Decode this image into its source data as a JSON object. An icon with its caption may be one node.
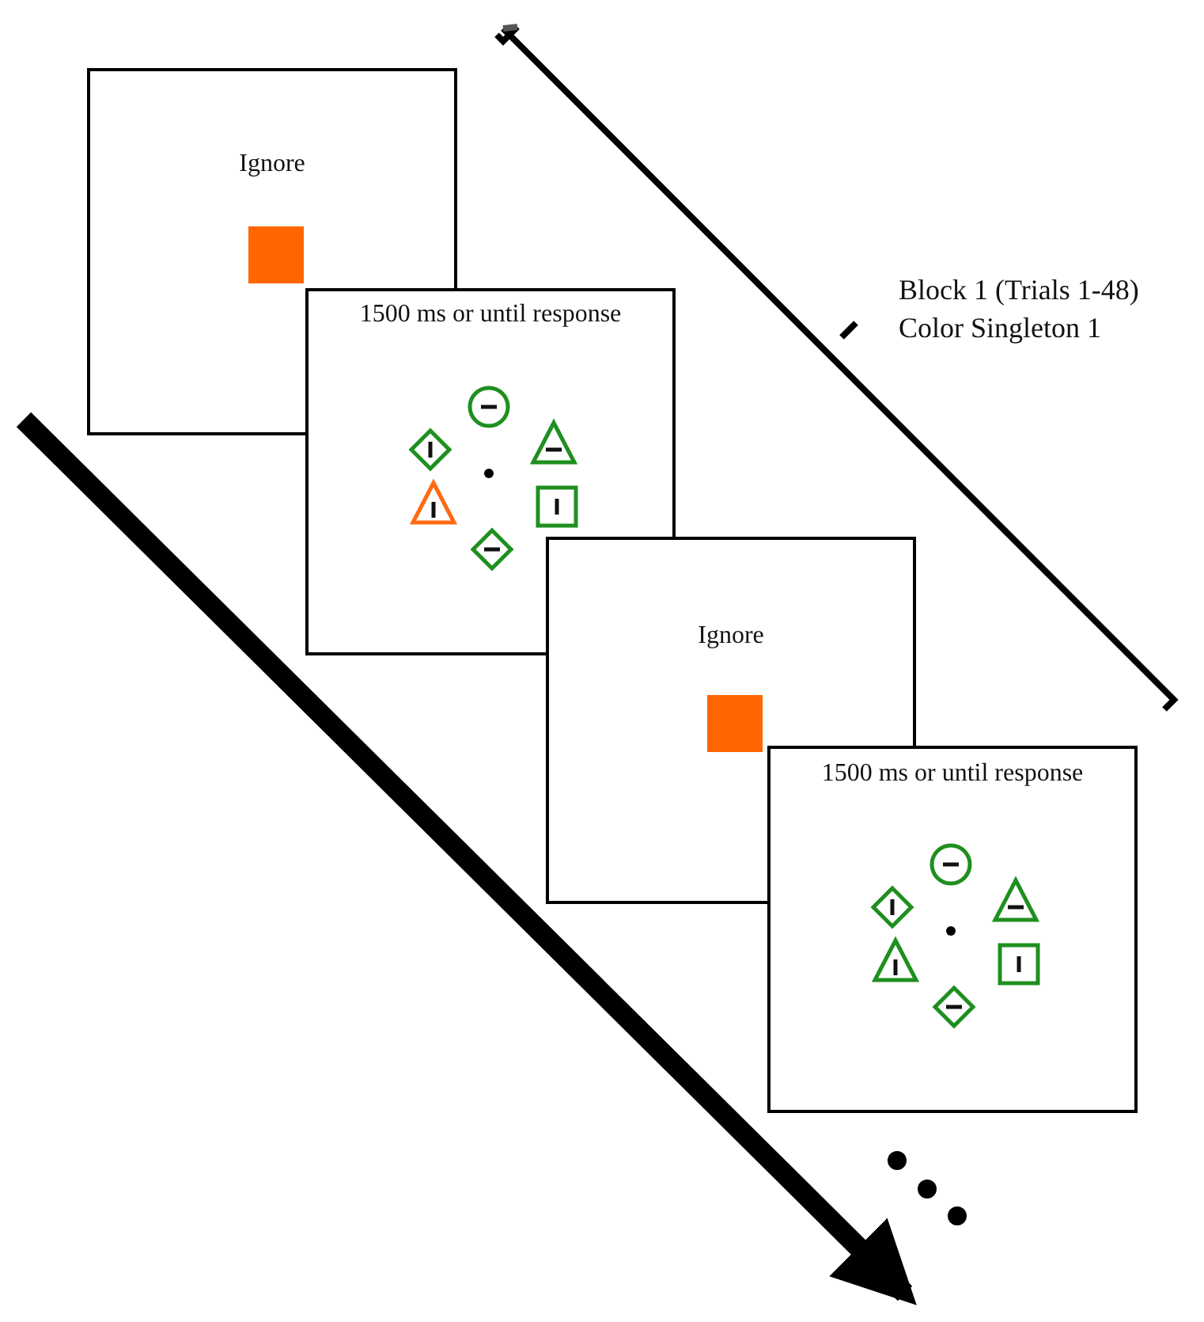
{
  "diagram": {
    "nodes": [
      {
        "text": [
          "Ignore"
        ]
      },
      {
        "text": [
          "1500 ms or until response"
        ]
      },
      {
        "text": [
          "Ignore"
        ]
      },
      {
        "text": [
          "1500 ms or until response"
        ]
      }
    ],
    "labels": [
      "Block 1 (Trials 1-48)",
      "Color Singleton 1"
    ]
  }
}
